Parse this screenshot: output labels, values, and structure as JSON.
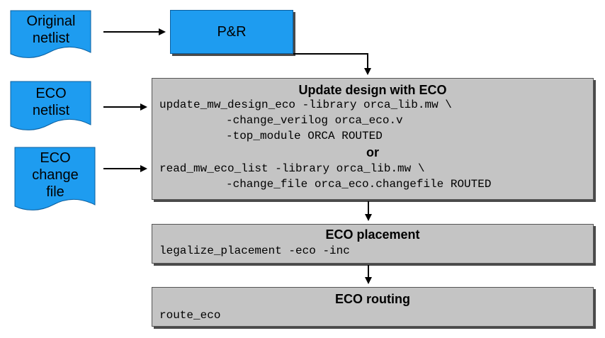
{
  "inputs": {
    "original": {
      "line1": "Original",
      "line2": "netlist"
    },
    "eco_netlist": {
      "line1": "ECO",
      "line2": "netlist"
    },
    "eco_change": {
      "line1": "ECO",
      "line2": "change",
      "line3": "file"
    }
  },
  "pr_box": {
    "label": "P&R"
  },
  "update_box": {
    "title": "Update design with ECO",
    "code1": "update_mw_design_eco -library orca_lib.mw \\",
    "code2": "-change_verilog orca_eco.v",
    "code3": "-top_module ORCA ROUTED",
    "or": "or",
    "code4": "read_mw_eco_list -library orca_lib.mw \\",
    "code5": "-change_file orca_eco.changefile ROUTED"
  },
  "placement_box": {
    "title": "ECO placement",
    "code": "legalize_placement -eco -inc"
  },
  "routing_box": {
    "title": "ECO routing",
    "code": "route_eco"
  },
  "colors": {
    "doc_fill": "#1e9cf0",
    "box_fill": "#c4c4c4",
    "arrow": "#000000"
  }
}
